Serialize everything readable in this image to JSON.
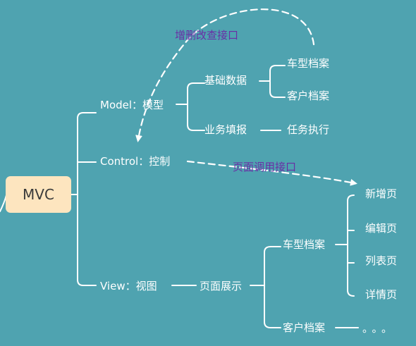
{
  "root": "MVC",
  "model": {
    "label": "Model：模型",
    "base_data": "基础数据",
    "car_archive": "车型档案",
    "customer_archive": "客户档案",
    "business_report": "业务填报",
    "task_exec": "任务执行"
  },
  "control": {
    "label": "Control：控制"
  },
  "view": {
    "label": "View：视图",
    "page_display": "页面展示",
    "car_archive": "车型档案",
    "customer_archive": "客户档案",
    "pages": [
      "新增页",
      "编辑页",
      "列表页",
      "详情页"
    ],
    "ellipsis": "。。。"
  },
  "annotations": {
    "crud_interface": "增删改查接口",
    "page_call_interface": "页面调用接口"
  },
  "colors": {
    "background": "#4fa3b0",
    "root_fill": "#fde5bf",
    "line": "#ffffff",
    "annotation": "#6a2ea5"
  }
}
